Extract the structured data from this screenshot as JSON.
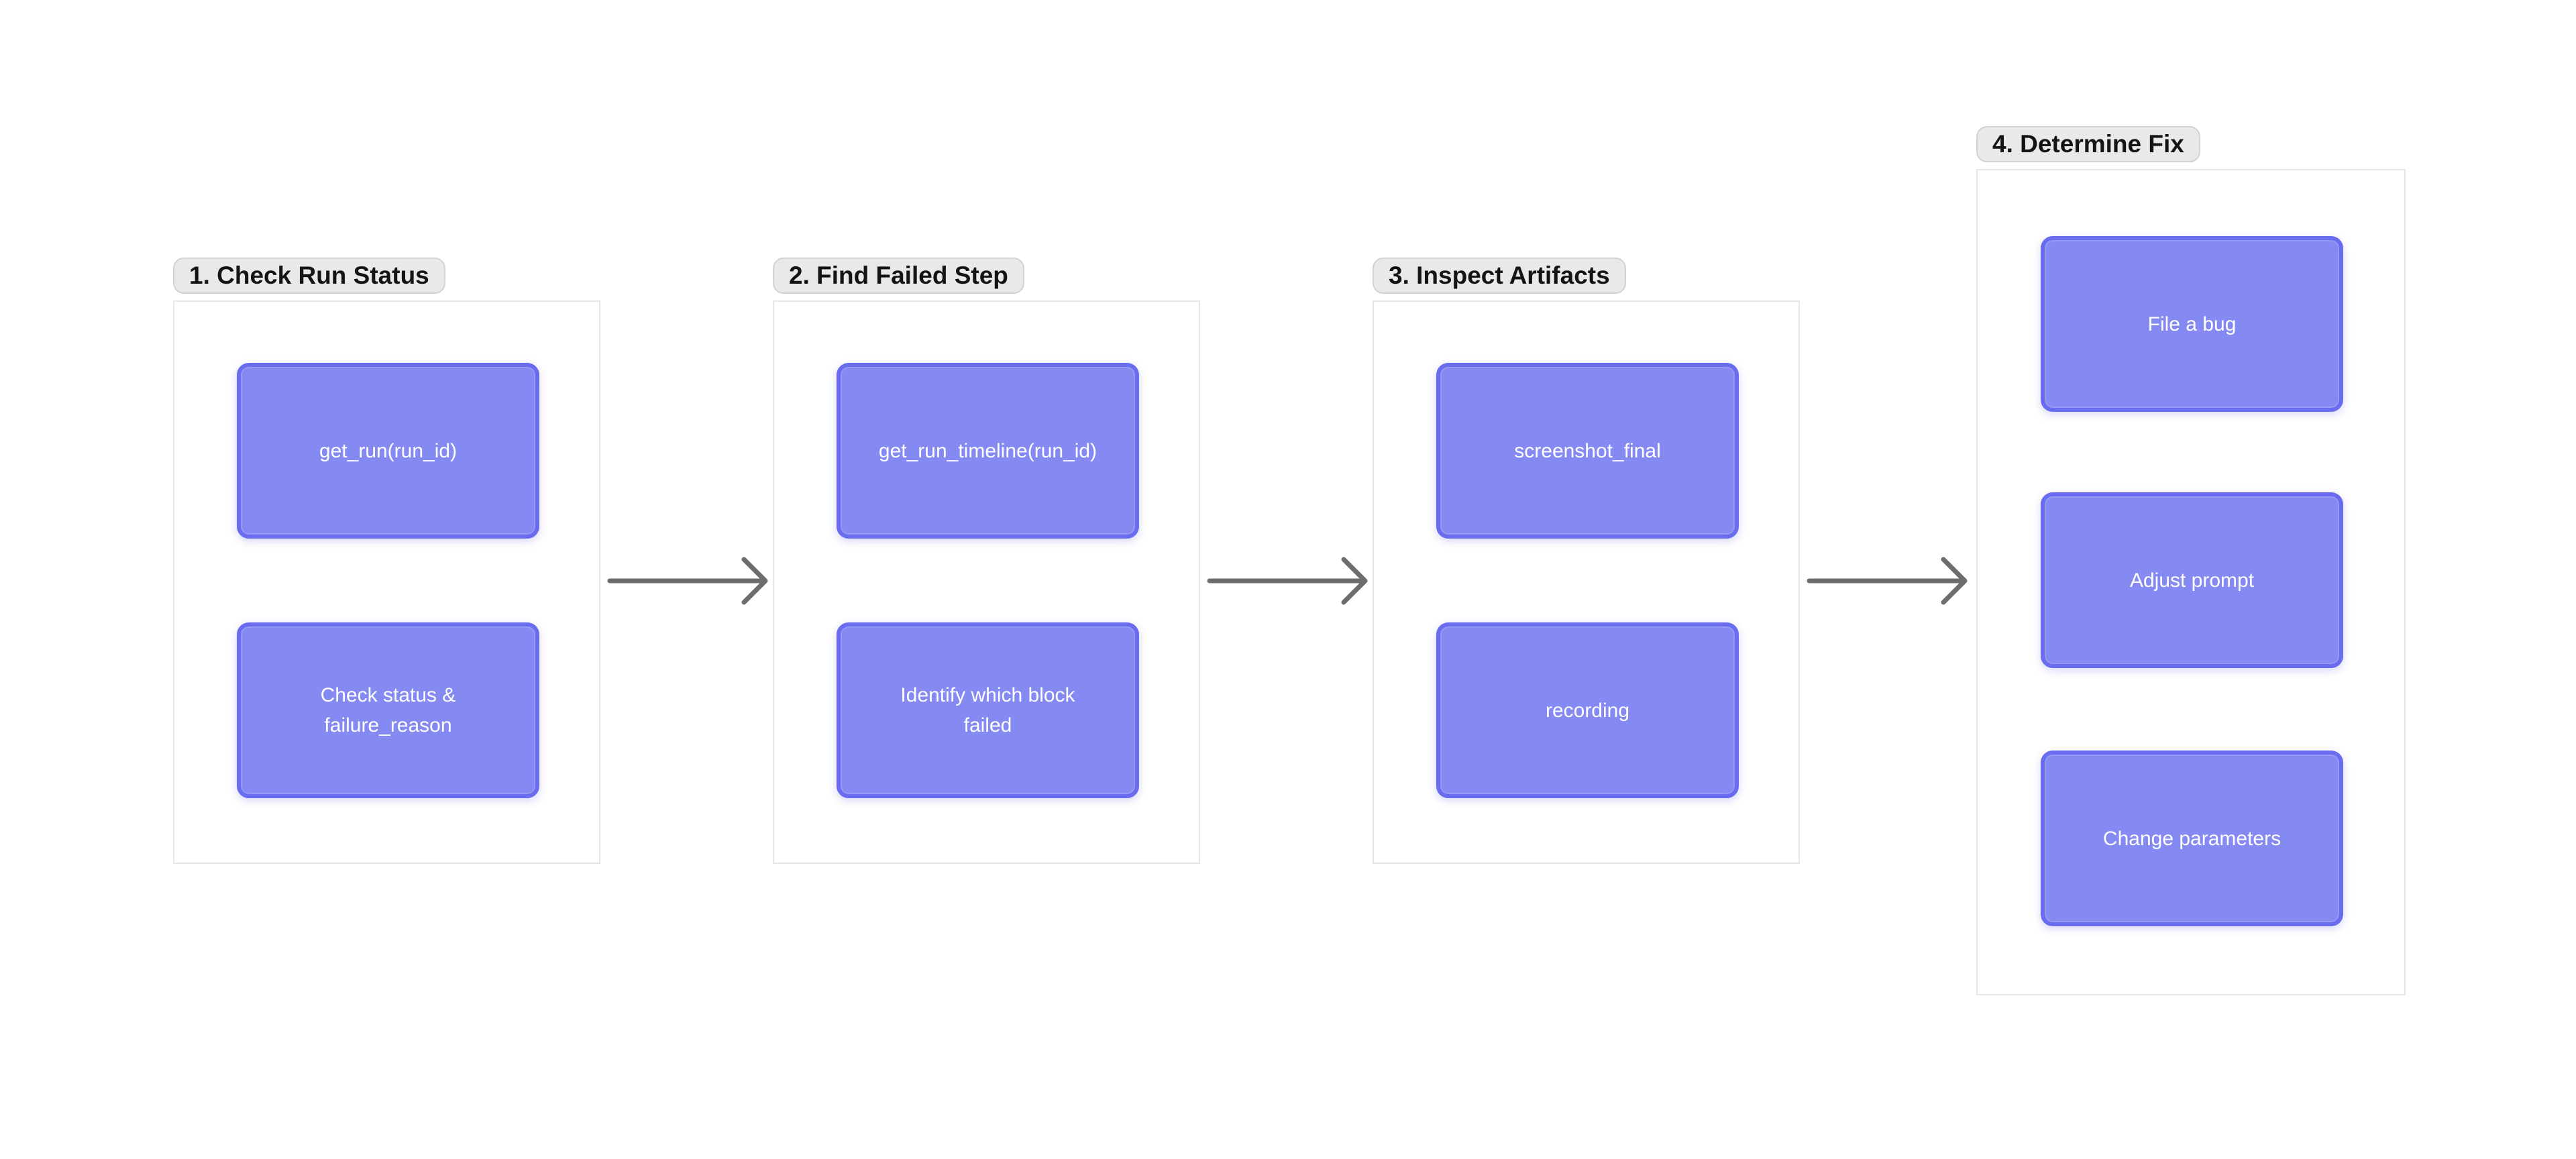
{
  "colors": {
    "page_bg": "#ffffff",
    "group_bg": "#ffffff",
    "group_border": "#e6e6e7",
    "label_bg": "#e9e9ea",
    "label_border": "#d2d2d5",
    "label_text": "#141414",
    "node_fill": "#8589f2",
    "node_border": "#6a6cf0",
    "node_text": "#ffffff",
    "arrow": "#6d6d6d"
  },
  "groups": [
    {
      "label": "1. Check Run Status",
      "nodes": [
        {
          "label": "get_run(run_id)"
        },
        {
          "label": "Check status &\nfailure_reason"
        }
      ]
    },
    {
      "label": "2. Find Failed Step",
      "nodes": [
        {
          "label": "get_run_timeline(run_id)"
        },
        {
          "label": "Identify which block\nfailed"
        }
      ]
    },
    {
      "label": "3. Inspect Artifacts",
      "nodes": [
        {
          "label": "screenshot_final"
        },
        {
          "label": "recording"
        }
      ]
    },
    {
      "label": "4. Determine Fix",
      "nodes": [
        {
          "label": "File a bug"
        },
        {
          "label": "Adjust prompt"
        },
        {
          "label": "Change parameters"
        }
      ]
    }
  ],
  "arrows": [
    {
      "name": "arrow-step1-to-step2",
      "direction": "right"
    },
    {
      "name": "arrow-step2-to-step3",
      "direction": "right"
    },
    {
      "name": "arrow-step3-to-step4",
      "direction": "right"
    }
  ]
}
